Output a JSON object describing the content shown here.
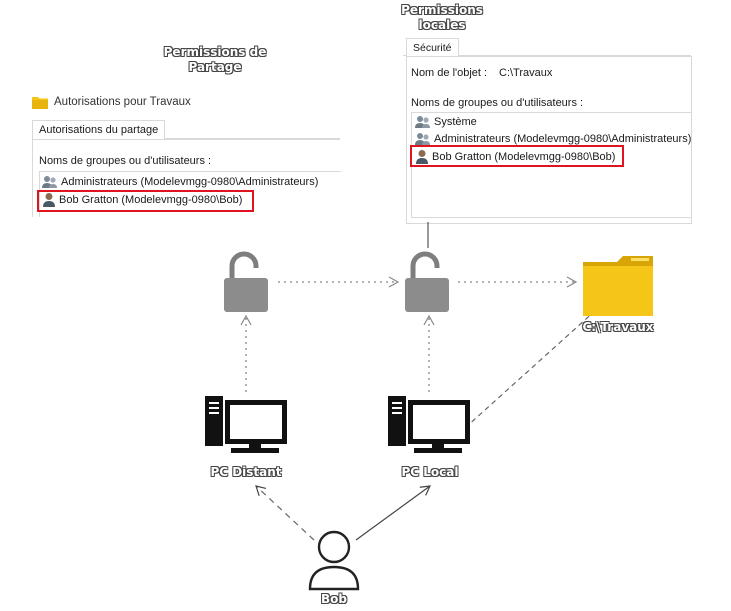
{
  "labels": {
    "share_perm": [
      "Permissions de",
      "Partage"
    ],
    "local_perm": [
      "Permissions",
      "locales"
    ],
    "folder": "C:\\Travaux",
    "pc_remote": "PC Distant",
    "pc_local": "PC Local",
    "user": "Bob"
  },
  "share_dialog": {
    "title": "Autorisations pour Travaux",
    "tab": "Autorisations du partage",
    "list_header": "Noms de groupes ou d'utilisateurs :",
    "items": [
      {
        "icon": "users-group-icon",
        "text": "Administrateurs (Modelevmgg-0980\\Administrateurs)"
      },
      {
        "icon": "user-icon",
        "text": "Bob Gratton (Modelevmgg-0980\\Bob)"
      }
    ]
  },
  "security_dialog": {
    "tab": "Sécurité",
    "object_label": "Nom de l'objet :",
    "object_value": "C:\\Travaux",
    "list_header": "Noms de groupes ou d'utilisateurs :",
    "items": [
      {
        "icon": "users-group-icon",
        "text": "Système"
      },
      {
        "icon": "users-group-icon",
        "text": "Administrateurs (Modelevmgg-0980\\Administrateurs)"
      },
      {
        "icon": "user-icon",
        "text": "Bob Gratton (Modelevmgg-0980\\Bob)"
      }
    ]
  },
  "colors": {
    "highlight": "#e0141e",
    "lock": "#8c8c8c",
    "folder": "#f5c518",
    "folder_dark": "#d9a406",
    "monitor": "#111111"
  }
}
